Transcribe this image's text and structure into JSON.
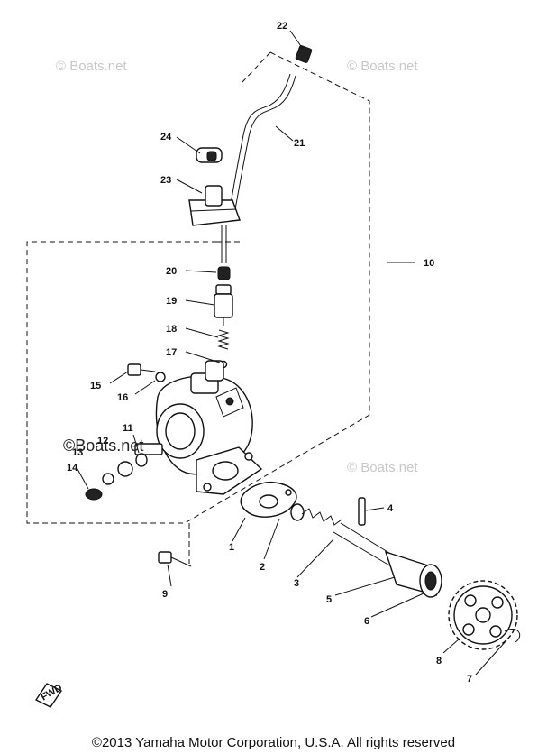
{
  "watermarks": [
    "© Boats.net",
    "© Boats.net",
    "© Boats.net",
    "©Boats.net"
  ],
  "callouts": {
    "p1": "1",
    "p2": "2",
    "p3": "3",
    "p4": "4",
    "p5": "5",
    "p6": "6",
    "p7": "7",
    "p8": "8",
    "p9": "9",
    "p10": "10",
    "p11": "11",
    "p12": "12",
    "p13": "13",
    "p14": "14",
    "p15": "15",
    "p16": "16",
    "p17": "17",
    "p18": "18",
    "p19": "19",
    "p20": "20",
    "p21": "21",
    "p22": "22",
    "p23": "23",
    "p24": "24"
  },
  "fwd_label": "FWD",
  "copyright": "©2013 Yamaha Motor Corporation, U.S.A. All rights reserved"
}
